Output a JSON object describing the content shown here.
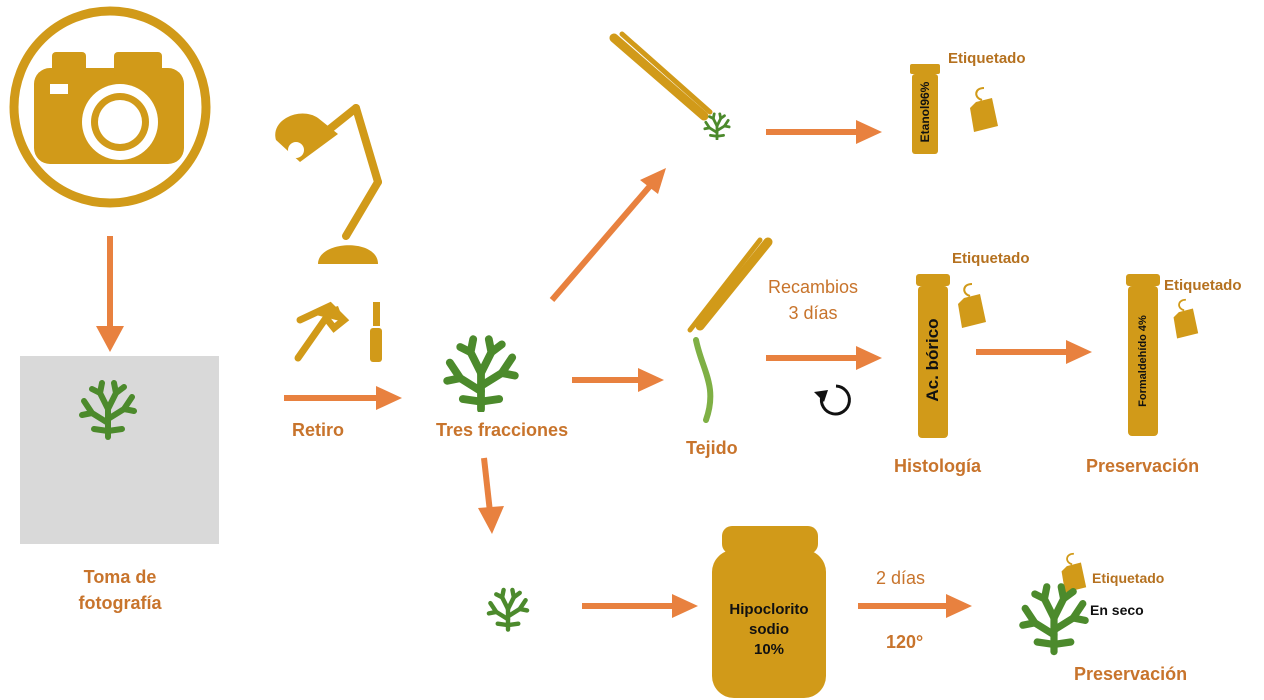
{
  "colors": {
    "gold": "#d19a19",
    "arrow": "#e8813f",
    "green": "#4c8a2c",
    "lightgreen": "#7fb045",
    "photo_bg": "#d9d9d9",
    "label": "#c8742c"
  },
  "steps": {
    "photo": {
      "label_line1": "Toma de",
      "label_line2": "fotografía"
    },
    "retiro": {
      "label": "Retiro"
    },
    "tres": {
      "label": "Tres fracciones"
    },
    "tejido": {
      "label": "Tejido"
    }
  },
  "vials": {
    "etanol": {
      "text": "Etanol96%",
      "tag": "Etiquetado"
    },
    "acido": {
      "text": "Ac. bórico",
      "tag": "Etiquetado"
    },
    "formal": {
      "text": "Formaldehído 4%",
      "tag": "Etiquetado"
    }
  },
  "recambios": {
    "line1": "Recambios",
    "line2": "3 días"
  },
  "histologia": {
    "label": "Histología"
  },
  "preservacion_top": {
    "label": "Preservación"
  },
  "jar": {
    "line1": "Hipoclorito",
    "line2": "sodio",
    "line3": "10%"
  },
  "dias2": {
    "label": "2 días"
  },
  "temp": {
    "label": "120°"
  },
  "final": {
    "tag": "Etiquetado",
    "secado": "En seco",
    "label": "Preservación"
  },
  "icons": [
    "camera-icon",
    "lamp-icon",
    "hammer-icon",
    "chisel-icon",
    "coral-icon",
    "tweezers-icon",
    "tag-icon",
    "refresh-icon",
    "jar-icon",
    "vial-icon"
  ]
}
